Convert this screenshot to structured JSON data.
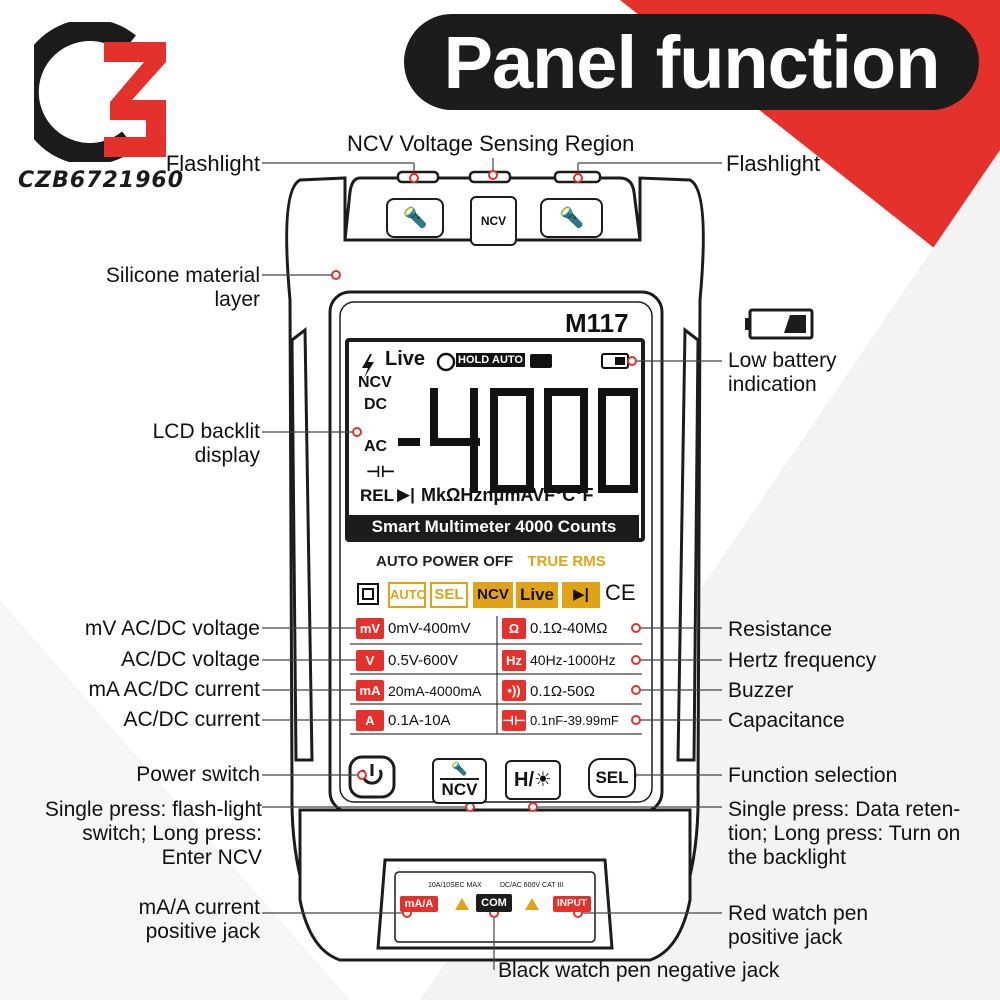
{
  "brand": {
    "watermark": "CZB6721960"
  },
  "header": {
    "title": "Panel function"
  },
  "device": {
    "model": "M117",
    "ncv_button": "NCV",
    "lcd": {
      "digits": "-4000",
      "live": "Live",
      "hold": "HOLD",
      "auto": "AUTO",
      "ncv": "NCV",
      "dc": "DC",
      "ac": "AC",
      "rel": "REL",
      "units": "MkΩHznμmAVF°C°F",
      "counts_banner": "Smart Multimeter  4000 Counts"
    },
    "auto_power_off": "AUTO POWER OFF",
    "true_rms": "TRUE RMS",
    "feature_badges": [
      "AUTO",
      "SEL",
      "NCV",
      "Live"
    ],
    "ce_mark": "CE",
    "specs_left": [
      {
        "icon": "mV",
        "text": "0mV-400mV"
      },
      {
        "icon": "V",
        "text": "0.5V-600V"
      },
      {
        "icon": "mA",
        "text": "20mA-4000mA"
      },
      {
        "icon": "A",
        "text": "0.1A-10A"
      }
    ],
    "specs_right": [
      {
        "icon": "Ω",
        "text": "0.1Ω-40MΩ"
      },
      {
        "icon": "Hz",
        "text": "40Hz-1000Hz"
      },
      {
        "icon": "•))",
        "text": "0.1Ω-50Ω"
      },
      {
        "icon": "⊣⊢",
        "text": "0.1nF-39.99mF"
      }
    ],
    "buttons": {
      "ncv": "NCV",
      "hold": "H/☀",
      "sel": "SEL"
    },
    "jacks": {
      "ma_a": "mA/A",
      "com": "COM",
      "input": "INPUT",
      "warn_left": "10A/10SEC MAX",
      "warn_right": "DC/AC 600V CAT III"
    }
  },
  "labels": {
    "ncv_region": "NCV Voltage Sensing Region",
    "flashlight_left": "Flashlight",
    "flashlight_right": "Flashlight",
    "silicone": "Silicone material layer",
    "lcd_backlit": "LCD backlit display",
    "low_battery": "Low battery indication",
    "mv_voltage": "mV AC/DC voltage",
    "acdc_voltage": "AC/DC voltage",
    "ma_current": "mA AC/DC current",
    "acdc_current": "AC/DC current",
    "resistance": "Resistance",
    "hertz": "Hertz frequency",
    "buzzer": "Buzzer",
    "capacitance": "Capacitance",
    "power_switch": "Power switch",
    "function_selection": "Function selection",
    "ncv_button_desc": "Single press: flash-light switch; Long press: Enter NCV",
    "hold_button_desc": "Single press: Data reten-tion; Long press: Turn on the backlight",
    "ma_a_jack": "mA/A current positive jack",
    "red_pen": "Red watch pen positive jack",
    "black_pen": "Black watch pen negative jack"
  },
  "colors": {
    "accent_red": "#e4312b",
    "accent_gold": "#e0a318",
    "dark": "#1c1c1c"
  }
}
